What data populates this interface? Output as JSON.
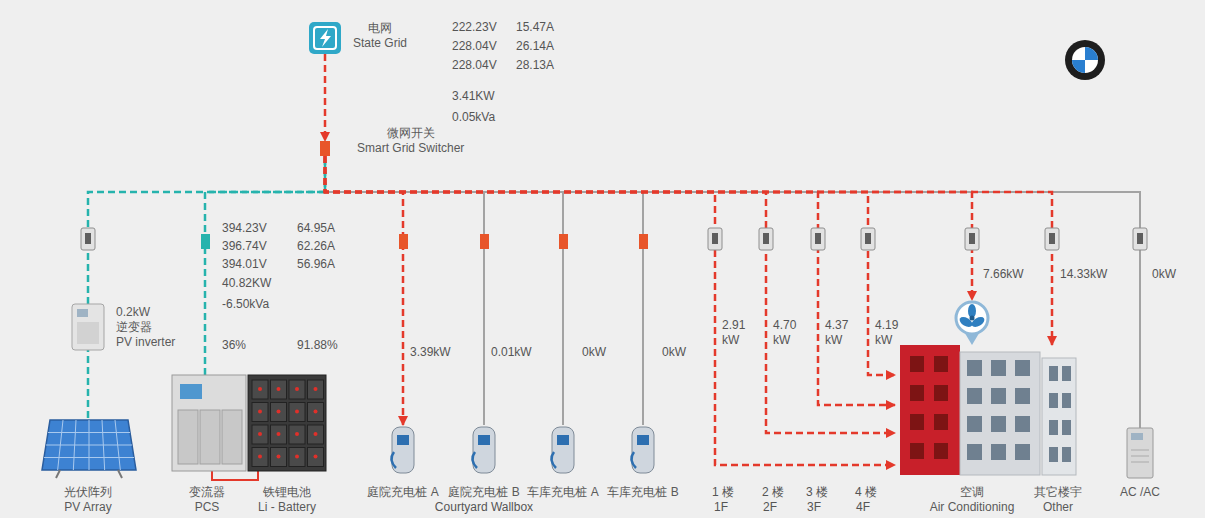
{
  "diagram": {
    "nodes": [
      {
        "text": [
          "电网",
          "State Grid"
        ]
      },
      {
        "text": [
          "微网开关",
          "Smart Grid Switcher"
        ]
      },
      {
        "text": [
          "0.2kW",
          "逆变器",
          "PV inverter"
        ]
      },
      {
        "text": [
          "光伏阵列",
          "PV Array"
        ]
      },
      {
        "text": [
          "变流器",
          "PCS"
        ]
      },
      {
        "text": [
          "铁锂电池",
          "Li - Battery"
        ]
      },
      {
        "text": [
          "庭院充电桩 A"
        ]
      },
      {
        "text": [
          "庭院充电桩 B"
        ]
      },
      {
        "text": [
          "车库充电桩 A"
        ]
      },
      {
        "text": [
          "车库充电桩 B"
        ]
      },
      {
        "text": [
          "空调",
          "Air Conditioning"
        ]
      },
      {
        "text": [
          "其它楼宇",
          "Other"
        ]
      },
      {
        "text": [
          "AC /AC"
        ]
      }
    ],
    "edges": [
      {
        "from": 0,
        "to": 1,
        "arrow": "to"
      },
      {
        "from": 3,
        "to": 2,
        "arrow": "none"
      },
      {
        "from": 2,
        "to": 1,
        "arrow": "none"
      },
      {
        "from": 4,
        "to": 1,
        "arrow": "none"
      },
      {
        "from": 5,
        "to": 4,
        "arrow": "none"
      },
      {
        "from": 1,
        "to": 6,
        "arrow": "to"
      },
      {
        "from": 1,
        "to": 7,
        "arrow": "none"
      },
      {
        "from": 1,
        "to": 8,
        "arrow": "none"
      },
      {
        "from": 1,
        "to": 9,
        "arrow": "none"
      },
      {
        "from": 1,
        "to": 10,
        "arrow": "to"
      },
      {
        "from": 1,
        "to": 10,
        "arrow": "to"
      },
      {
        "from": 1,
        "to": 10,
        "arrow": "to"
      },
      {
        "from": 1,
        "to": 10,
        "arrow": "to"
      },
      {
        "from": 1,
        "to": 10,
        "arrow": "to"
      },
      {
        "from": 1,
        "to": 11,
        "arrow": "to"
      },
      {
        "from": 1,
        "to": 12,
        "arrow": "none"
      }
    ],
    "labels": [
      "222.23V",
      "15.47A",
      "228.04V",
      "26.14A",
      "228.04V",
      "28.13A",
      "3.41KW",
      "0.05kVa",
      "394.23V",
      "64.95A",
      "396.74V",
      "62.26A",
      "394.01V",
      "56.96A",
      "40.82KW",
      "-6.50kVa",
      "36%",
      "91.88%",
      "3.39kW",
      "0.01kW",
      "0kW",
      "0kW",
      "2.91 kW",
      "4.70 kW",
      "4.37 kW",
      "4.19 kW",
      "7.66kW",
      "14.33kW",
      "0kW",
      "1 楼",
      "1F",
      "2 楼",
      "2F",
      "3 楼",
      "3F",
      "4 楼",
      "4F",
      "Courtyard Wallbox"
    ]
  }
}
